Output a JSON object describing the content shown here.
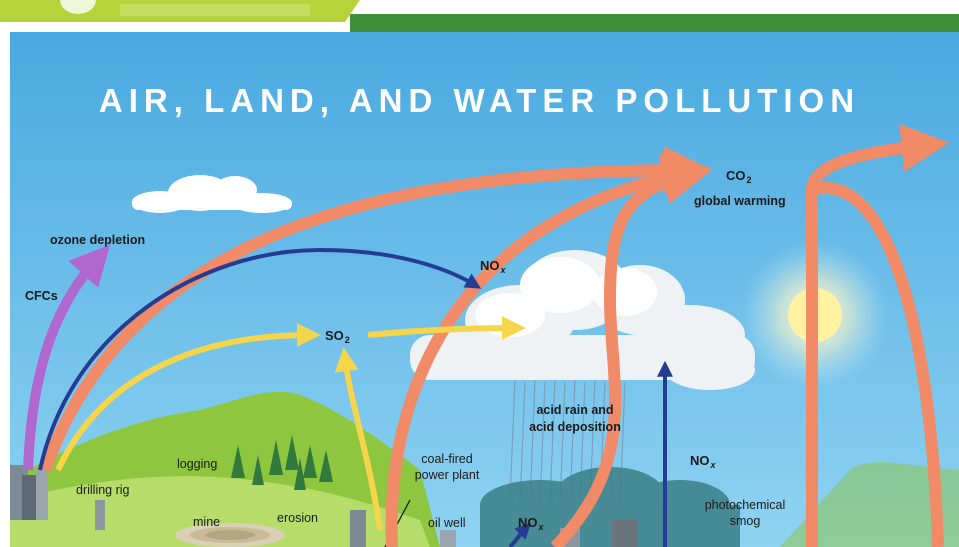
{
  "title": "AIR, LAND, AND WATER POLLUTION",
  "labels": {
    "co2": "CO",
    "co2_sub": "2",
    "global_warming": "global warming",
    "ozone_depletion": "ozone depletion",
    "cfcs": "CFCs",
    "nox_top": "NO",
    "nox_top_sub": "x",
    "so2": "SO",
    "so2_sub": "2",
    "acid_rain_line1": "acid rain and",
    "acid_rain_line2": "acid deposition",
    "nox_right": "NO",
    "nox_right_sub": "x",
    "nox_bottom": "NO",
    "nox_bottom_sub": "x",
    "logging": "logging",
    "drilling_rig": "drilling rig",
    "mine": "mine",
    "erosion": "erosion",
    "coal_plant_line1": "coal-fired",
    "coal_plant_line2": "power plant",
    "oil_well": "oil well",
    "smog_line1": "photochemical",
    "smog_line2": "smog"
  },
  "colors": {
    "sky": "#5cb8e8",
    "banner_green": "#3f8f3a",
    "banner_lime": "#b6d33a",
    "co2_arrow": "#f08a67",
    "so2_arrow": "#f5d64a",
    "nox_arrow": "#253c93",
    "cfc_arrow": "#b067d0",
    "sun": "#fff2a0",
    "hill": "#8ec63f",
    "smog": "#3b7f86"
  }
}
